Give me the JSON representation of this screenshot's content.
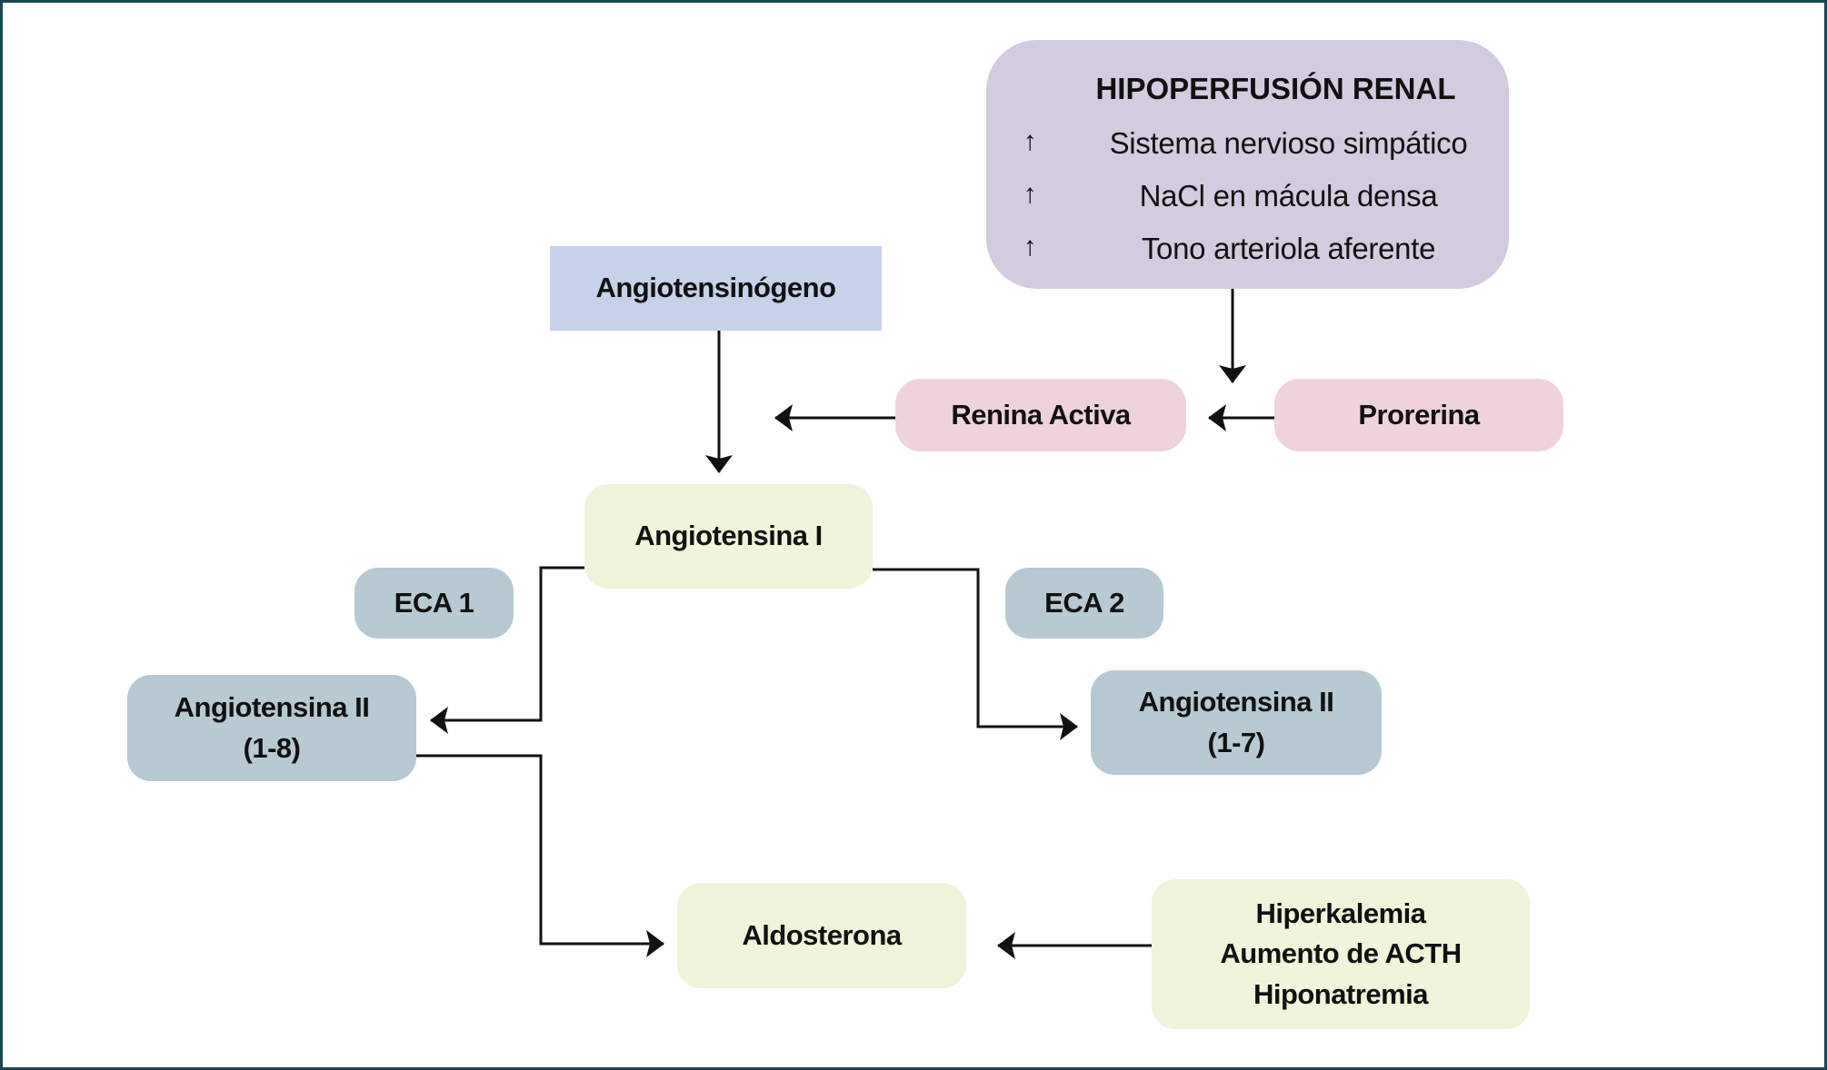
{
  "diagram": {
    "hipoperfusion": {
      "title": "HIPOPERFUSIÓN RENAL",
      "factors": [
        {
          "icon": "up-arrow-icon",
          "glyph": "↑",
          "label": "Sistema nervioso simpático"
        },
        {
          "icon": "up-arrow-icon",
          "glyph": "↑",
          "label": "NaCl en mácula densa"
        },
        {
          "icon": "up-arrow-icon",
          "glyph": "↑",
          "label": "Tono arteriola aferente"
        }
      ]
    },
    "nodes": {
      "angiotensinogeno": "Angiotensinógeno",
      "renina_activa": "Renina Activa",
      "prorerina": "Prorerina",
      "angiotensina_i": "Angiotensina I",
      "eca1": "ECA 1",
      "eca2": "ECA 2",
      "angiotensina_ii_18": {
        "line1": "Angiotensina II",
        "line2": "(1-8)"
      },
      "angiotensina_ii_17": {
        "line1": "Angiotensina II",
        "line2": "(1-7)"
      },
      "aldosterona": "Aldosterona",
      "estimulos": {
        "line1": "Hiperkalemia",
        "line2": "Aumento de ACTH",
        "line3": "Hiponatremia"
      }
    },
    "edges": [
      {
        "from": "hipoperfusion",
        "to": "renina_activa"
      },
      {
        "from": "prorerina",
        "to": "renina_activa"
      },
      {
        "from": "renina_activa",
        "to": "angiotensinogeno-to-angiotensina_i"
      },
      {
        "from": "angiotensinogeno",
        "to": "angiotensina_i"
      },
      {
        "from": "angiotensina_i",
        "to": "angiotensina_ii_18",
        "via": "eca1"
      },
      {
        "from": "angiotensina_i",
        "to": "angiotensina_ii_17",
        "via": "eca2"
      },
      {
        "from": "angiotensina_ii_18",
        "to": "aldosterona"
      },
      {
        "from": "estimulos",
        "to": "aldosterona"
      }
    ],
    "colors": {
      "border": "#1e4452",
      "purple": "#d3cbe0",
      "blue": "#c6d1ea",
      "pink": "#efd3da",
      "green": "#eff4da",
      "slate": "#b7c9d3",
      "line": "#111111"
    }
  }
}
